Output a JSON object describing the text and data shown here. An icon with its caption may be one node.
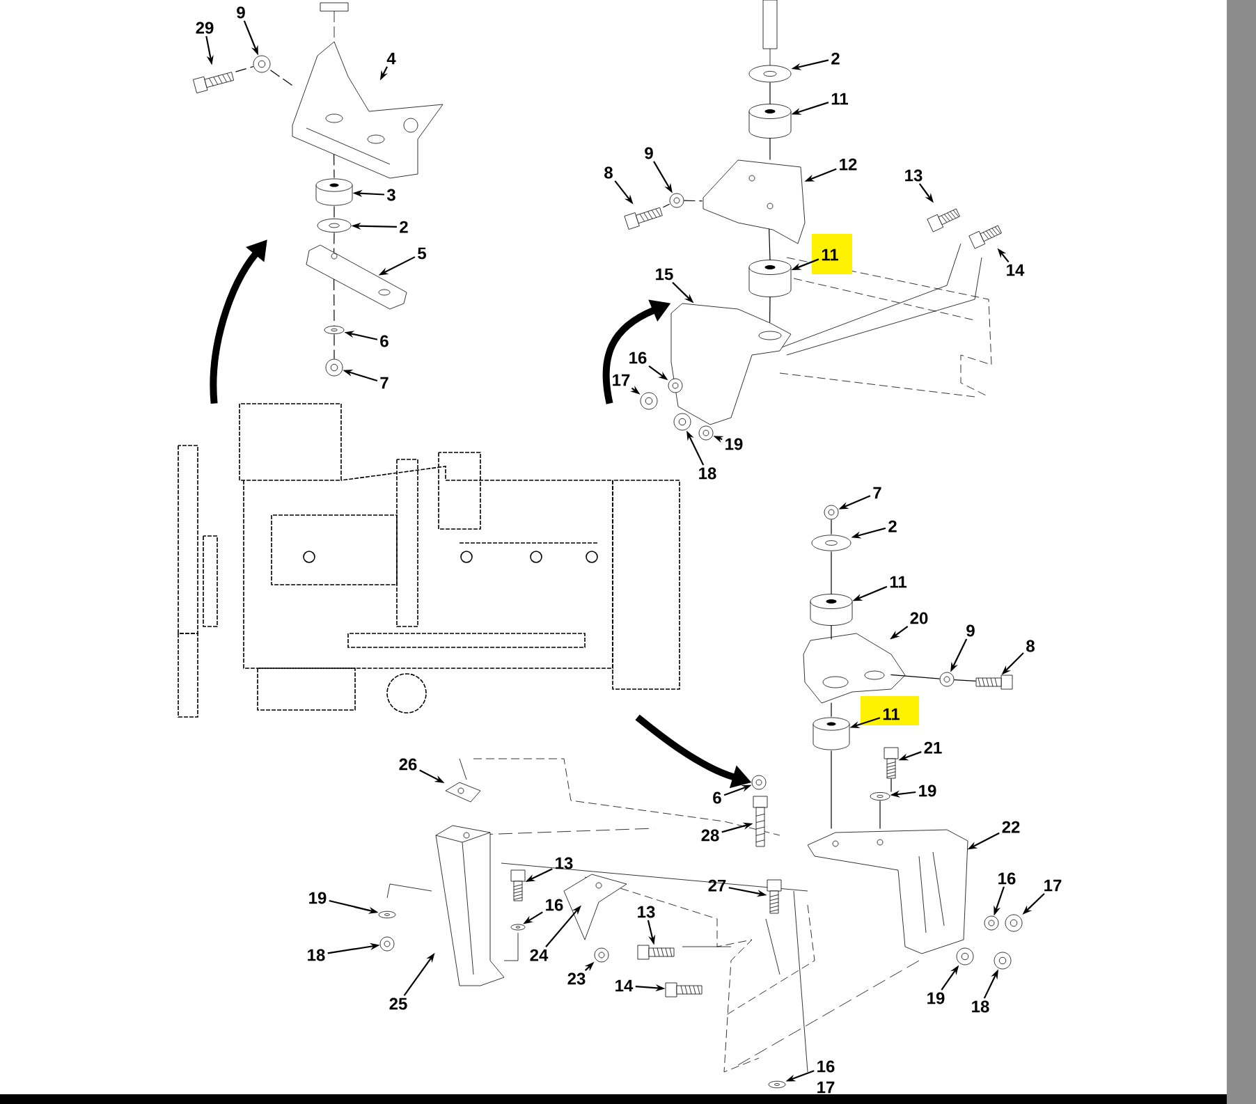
{
  "diagram": {
    "nodes": [
      {
        "text": [
          "29"
        ]
      },
      {
        "text": [
          "9"
        ]
      },
      {
        "text": [
          "4"
        ]
      },
      {
        "text": [
          "3"
        ]
      },
      {
        "text": [
          "2"
        ]
      },
      {
        "text": [
          "5"
        ]
      },
      {
        "text": [
          "6"
        ]
      },
      {
        "text": [
          "7"
        ]
      },
      {
        "text": [
          "2"
        ]
      },
      {
        "text": [
          "11"
        ]
      },
      {
        "text": [
          "8"
        ]
      },
      {
        "text": [
          "9"
        ]
      },
      {
        "text": [
          "12"
        ]
      },
      {
        "text": [
          "13"
        ]
      },
      {
        "text": [
          "14"
        ]
      },
      {
        "text": [
          "11"
        ]
      },
      {
        "text": [
          "15"
        ]
      },
      {
        "text": [
          "16"
        ]
      },
      {
        "text": [
          "17"
        ]
      },
      {
        "text": [
          "19"
        ]
      },
      {
        "text": [
          "18"
        ]
      },
      {
        "text": [
          "7"
        ]
      },
      {
        "text": [
          "2"
        ]
      },
      {
        "text": [
          "11"
        ]
      },
      {
        "text": [
          "20"
        ]
      },
      {
        "text": [
          "9"
        ]
      },
      {
        "text": [
          "8"
        ]
      },
      {
        "text": [
          "11"
        ]
      },
      {
        "text": [
          "21"
        ]
      },
      {
        "text": [
          "19"
        ]
      },
      {
        "text": [
          "22"
        ]
      },
      {
        "text": [
          "6"
        ]
      },
      {
        "text": [
          "28"
        ]
      },
      {
        "text": [
          "27"
        ]
      },
      {
        "text": [
          "16"
        ]
      },
      {
        "text": [
          "17"
        ]
      },
      {
        "text": [
          "19"
        ]
      },
      {
        "text": [
          "18"
        ]
      },
      {
        "text": [
          "16"
        ]
      },
      {
        "text": [
          "26"
        ]
      },
      {
        "text": [
          "13"
        ]
      },
      {
        "text": [
          "16"
        ]
      },
      {
        "text": [
          "19"
        ]
      },
      {
        "text": [
          "18"
        ]
      },
      {
        "text": [
          "24"
        ]
      },
      {
        "text": [
          "25"
        ]
      },
      {
        "text": [
          "23"
        ]
      },
      {
        "text": [
          "13"
        ]
      },
      {
        "text": [
          "14"
        ]
      },
      {
        "text": [],
        "shape": "picture"
      },
      {
        "text": [],
        "shape": "picture"
      },
      {
        "text": [],
        "shape": "picture"
      },
      {
        "text": [],
        "shape": "cylinder"
      },
      {
        "text": [],
        "shape": "picture"
      },
      {
        "text": [],
        "shape": "picture"
      },
      {
        "text": [],
        "shape": "picture"
      },
      {
        "text": [],
        "shape": "picture"
      },
      {
        "text": [],
        "shape": "picture"
      },
      {
        "text": [],
        "shape": "cylinder"
      },
      {
        "text": [],
        "shape": "picture"
      },
      {
        "text": [],
        "shape": "picture"
      },
      {
        "text": [],
        "shape": "picture"
      },
      {
        "text": [],
        "shape": "picture"
      },
      {
        "text": [],
        "shape": "picture"
      },
      {
        "text": [],
        "shape": "cylinder"
      },
      {
        "text": [],
        "shape": "picture"
      },
      {
        "text": [],
        "shape": "picture"
      },
      {
        "text": [],
        "shape": "picture"
      },
      {
        "text": [],
        "shape": "picture"
      },
      {
        "text": [],
        "shape": "picture"
      },
      {
        "text": [],
        "shape": "picture"
      },
      {
        "text": [],
        "shape": "picture"
      },
      {
        "text": [],
        "shape": "cylinder"
      },
      {
        "text": [],
        "shape": "picture"
      },
      {
        "text": [],
        "shape": "picture"
      },
      {
        "text": [],
        "shape": "picture"
      },
      {
        "text": [],
        "shape": "cylinder"
      },
      {
        "text": [],
        "shape": "picture"
      },
      {
        "text": [],
        "shape": "picture"
      },
      {
        "text": [],
        "shape": "picture"
      },
      {
        "text": [],
        "shape": "picture"
      },
      {
        "text": [],
        "shape": "picture"
      },
      {
        "text": [],
        "shape": "picture"
      },
      {
        "text": [],
        "shape": "picture"
      },
      {
        "text": [],
        "shape": "picture"
      },
      {
        "text": [],
        "shape": "picture"
      },
      {
        "text": [],
        "shape": "picture"
      },
      {
        "text": [],
        "shape": "picture"
      },
      {
        "text": [],
        "shape": "picture"
      },
      {
        "text": [],
        "shape": "picture"
      },
      {
        "text": [],
        "shape": "picture"
      },
      {
        "text": [],
        "shape": "picture"
      },
      {
        "text": [],
        "shape": "picture"
      },
      {
        "text": [],
        "shape": "picture"
      },
      {
        "text": [],
        "shape": "picture"
      },
      {
        "text": [],
        "shape": "picture"
      },
      {
        "text": [],
        "shape": "picture"
      },
      {
        "text": [],
        "shape": "picture"
      },
      {
        "text": [],
        "shape": "picture"
      }
    ],
    "edges": [
      {
        "from": 0,
        "to": 49,
        "arrow": "to"
      },
      {
        "from": 1,
        "to": 50,
        "arrow": "to"
      },
      {
        "from": 2,
        "to": 51,
        "arrow": "to"
      },
      {
        "from": 3,
        "to": 52,
        "arrow": "to"
      },
      {
        "from": 4,
        "to": 53,
        "arrow": "to"
      },
      {
        "from": 5,
        "to": 54,
        "arrow": "to"
      },
      {
        "from": 6,
        "to": 55,
        "arrow": "to"
      },
      {
        "from": 7,
        "to": 56,
        "arrow": "to"
      },
      {
        "from": 8,
        "to": 57,
        "arrow": "to"
      },
      {
        "from": 9,
        "to": 58,
        "arrow": "to"
      },
      {
        "from": 10,
        "to": 59,
        "arrow": "to"
      },
      {
        "from": 11,
        "to": 60,
        "arrow": "to"
      },
      {
        "from": 12,
        "to": 61,
        "arrow": "to"
      },
      {
        "from": 13,
        "to": 62,
        "arrow": "to"
      },
      {
        "from": 14,
        "to": 63,
        "arrow": "to"
      },
      {
        "from": 15,
        "to": 64,
        "arrow": "to"
      },
      {
        "from": 16,
        "to": 65,
        "arrow": "to"
      },
      {
        "from": 17,
        "to": 66,
        "arrow": "to"
      },
      {
        "from": 18,
        "to": 67,
        "arrow": "to"
      },
      {
        "from": 19,
        "to": 68,
        "arrow": "to"
      },
      {
        "from": 20,
        "to": 69,
        "arrow": "to"
      },
      {
        "from": 21,
        "to": 70,
        "arrow": "to"
      },
      {
        "from": 22,
        "to": 71,
        "arrow": "to"
      },
      {
        "from": 23,
        "to": 72,
        "arrow": "to"
      },
      {
        "from": 24,
        "to": 73,
        "arrow": "to"
      },
      {
        "from": 25,
        "to": 74,
        "arrow": "to"
      },
      {
        "from": 26,
        "to": 75,
        "arrow": "to"
      },
      {
        "from": 27,
        "to": 76,
        "arrow": "to"
      },
      {
        "from": 28,
        "to": 77,
        "arrow": "to"
      },
      {
        "from": 29,
        "to": 78,
        "arrow": "to"
      },
      {
        "from": 30,
        "to": 79,
        "arrow": "to"
      },
      {
        "from": 31,
        "to": 80,
        "arrow": "to"
      },
      {
        "from": 32,
        "to": 81,
        "arrow": "to"
      },
      {
        "from": 33,
        "to": 82,
        "arrow": "to"
      },
      {
        "from": 34,
        "to": 83,
        "arrow": "to"
      },
      {
        "from": 35,
        "to": 84,
        "arrow": "to"
      },
      {
        "from": 36,
        "to": 85,
        "arrow": "to"
      },
      {
        "from": 37,
        "to": 86,
        "arrow": "to"
      },
      {
        "from": 38,
        "to": 87,
        "arrow": "to"
      },
      {
        "from": 39,
        "to": 88,
        "arrow": "to"
      },
      {
        "from": 40,
        "to": 89,
        "arrow": "to"
      },
      {
        "from": 41,
        "to": 90,
        "arrow": "to"
      },
      {
        "from": 42,
        "to": 91,
        "arrow": "to"
      },
      {
        "from": 43,
        "to": 92,
        "arrow": "to"
      },
      {
        "from": 44,
        "to": 93,
        "arrow": "to"
      },
      {
        "from": 45,
        "to": 94,
        "arrow": "to"
      },
      {
        "from": 46,
        "to": 95,
        "arrow": "to"
      },
      {
        "from": 47,
        "to": 96,
        "arrow": "to"
      },
      {
        "from": 48,
        "to": 97,
        "arrow": "to"
      },
      {
        "from": 98,
        "to": null,
        "arrow": "to",
        "style": "thick"
      },
      {
        "from": 98,
        "to": 65,
        "arrow": "to",
        "style": "thick"
      },
      {
        "from": 98,
        "to": 80,
        "arrow": "to",
        "style": "thick"
      },
      {
        "from": 49,
        "to": 50,
        "arrow": "none",
        "style": "dashed"
      },
      {
        "from": 50,
        "to": 51,
        "arrow": "none",
        "style": "dashed"
      },
      {
        "from": 51,
        "to": 52,
        "arrow": "none",
        "style": "dashed"
      },
      {
        "from": 52,
        "to": 53,
        "arrow": "none",
        "style": "dashed"
      },
      {
        "from": 53,
        "to": 54,
        "arrow": "none",
        "style": "dashed"
      },
      {
        "from": 54,
        "to": 55,
        "arrow": "none",
        "style": "dashed"
      },
      {
        "from": 55,
        "to": 56,
        "arrow": "none",
        "style": "dashed"
      },
      {
        "from": 57,
        "to": 58,
        "arrow": "none"
      },
      {
        "from": 58,
        "to": 61,
        "arrow": "none"
      },
      {
        "from": 61,
        "to": 64,
        "arrow": "none"
      },
      {
        "from": 64,
        "to": 65,
        "arrow": "none"
      },
      {
        "from": 59,
        "to": 60,
        "arrow": "none",
        "style": "dashed"
      },
      {
        "from": 60,
        "to": 61,
        "arrow": "none",
        "style": "dashed"
      },
      {
        "from": 70,
        "to": 71,
        "arrow": "none"
      },
      {
        "from": 71,
        "to": 72,
        "arrow": "none"
      },
      {
        "from": 72,
        "to": 73,
        "arrow": "none"
      },
      {
        "from": 73,
        "to": 76,
        "arrow": "none"
      },
      {
        "from": 76,
        "to": 79,
        "arrow": "none"
      },
      {
        "from": 75,
        "to": 74,
        "arrow": "none"
      },
      {
        "from": 74,
        "to": 73,
        "arrow": "none"
      },
      {
        "from": 77,
        "to": 78,
        "arrow": "none"
      },
      {
        "from": 78,
        "to": 79,
        "arrow": "none"
      }
    ],
    "labels": [
      "17"
    ]
  }
}
